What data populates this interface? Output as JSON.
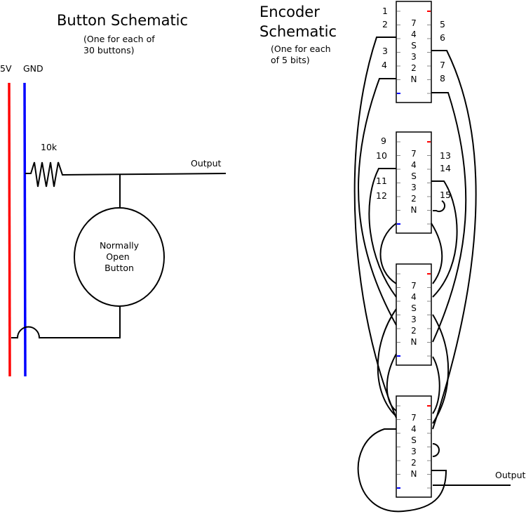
{
  "button_schematic": {
    "title": "Button Schematic",
    "subtitle_line1": "(One for each of",
    "subtitle_line2": "30 buttons)",
    "rail_5v_label": "5V",
    "rail_gnd_label": "GND",
    "resistor_label": "10k",
    "output_label": "Output",
    "button_line1": "Normally",
    "button_line2": "Open",
    "button_line3": "Button",
    "colors": {
      "rail_5v": "#ff0000",
      "rail_gnd": "#0000ff"
    }
  },
  "encoder_schematic": {
    "title_line1": "Encoder",
    "title_line2": "Schematic",
    "subtitle_line1": "(One for each",
    "subtitle_line2": "of 5 bits)",
    "output_label": "Output",
    "chip_letters": [
      "7",
      "4",
      "S",
      "3",
      "2",
      "N"
    ],
    "pin_labels": {
      "chip1_left": [
        "1",
        "2",
        "3",
        "4"
      ],
      "chip1_right": [
        "5",
        "6",
        "7",
        "8"
      ],
      "chip2_left": [
        "9",
        "10",
        "11",
        "12"
      ],
      "chip2_right": [
        "13",
        "14",
        "15"
      ]
    },
    "colors": {
      "vcc_pin": "#ff0000",
      "gnd_pin": "#0000ff"
    }
  }
}
